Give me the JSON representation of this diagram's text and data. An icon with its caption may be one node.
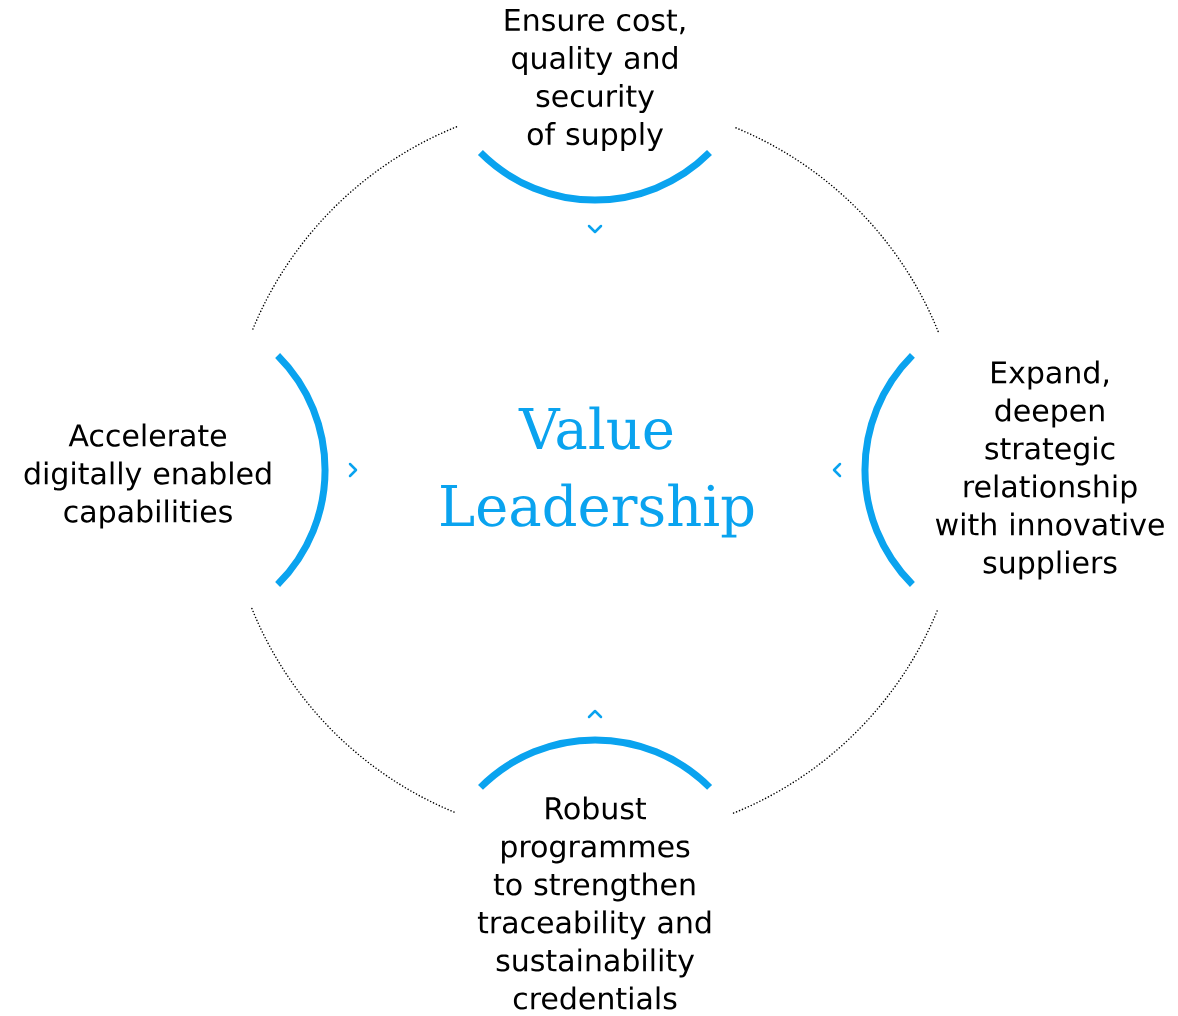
{
  "diagram": {
    "nodes": [
      {
        "text": [
          "Value Leadership"
        ]
      },
      {
        "text": [
          "Ensure cost, quality and security of supply"
        ]
      },
      {
        "text": [
          "Accelerate digitally enabled capabilities"
        ]
      },
      {
        "text": [
          "Expand, deepen strategic relationship with innovative suppliers"
        ]
      },
      {
        "text": [
          "Robust programmes to strengthen traceability and sustainability credentials"
        ]
      }
    ]
  }
}
